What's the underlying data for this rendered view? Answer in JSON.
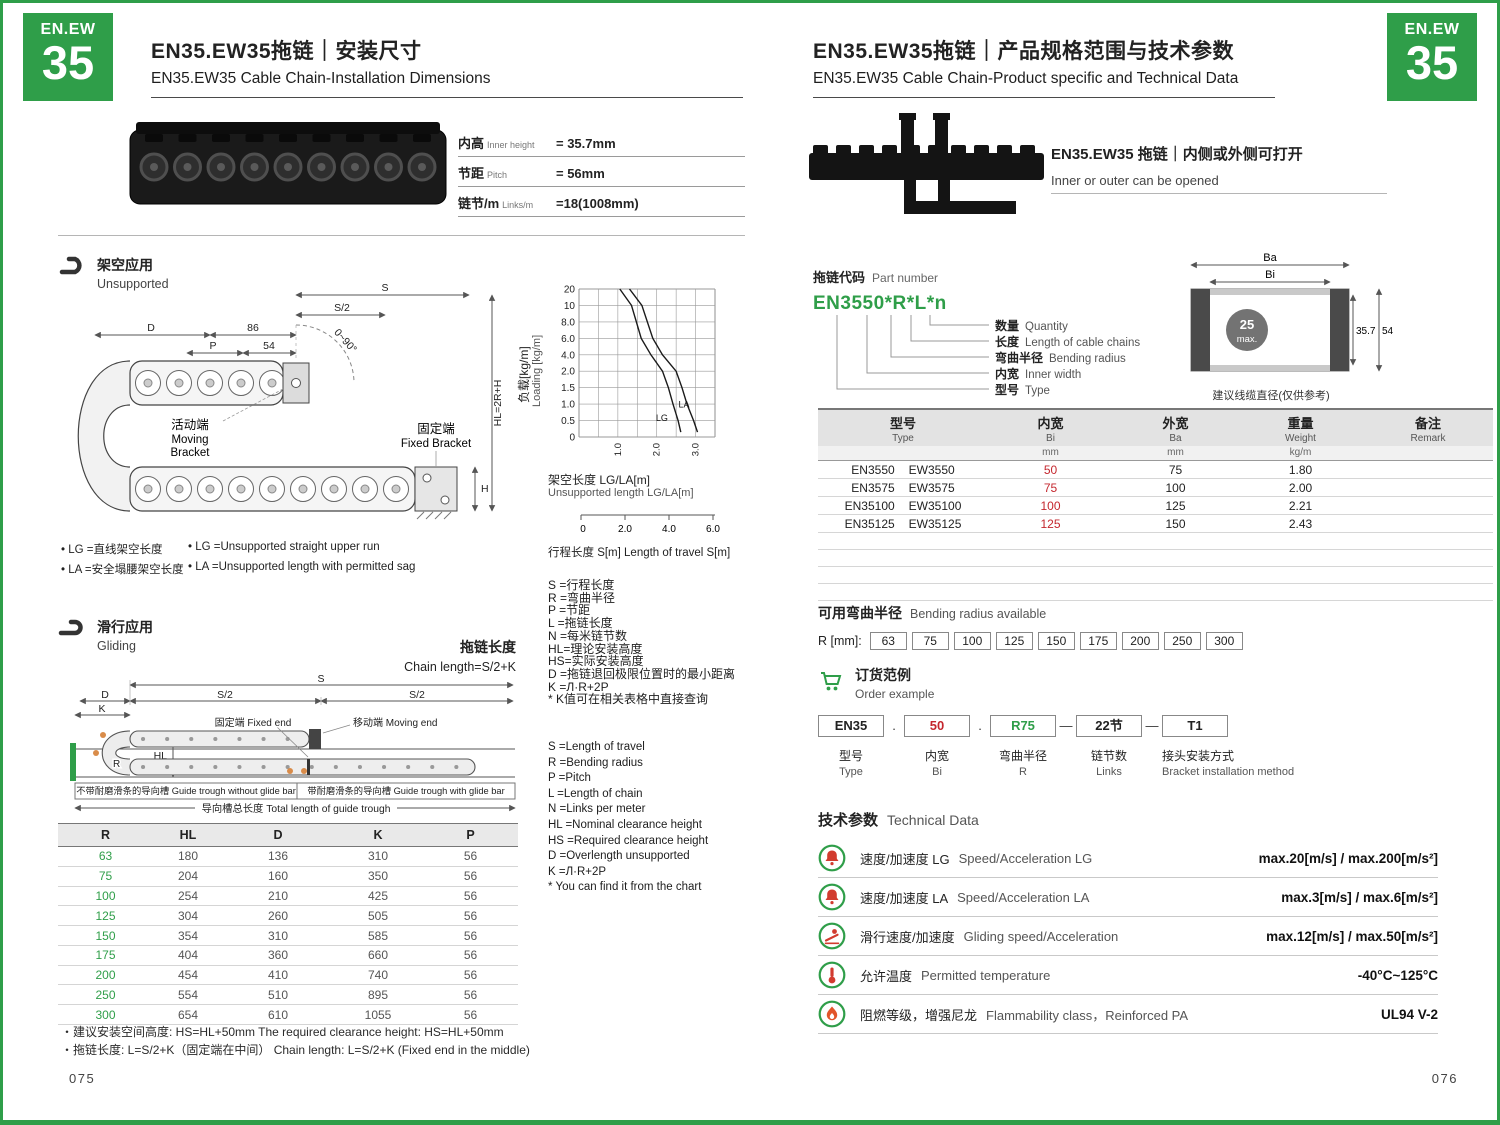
{
  "badge": {
    "series": "EN.EW",
    "size": "35"
  },
  "left": {
    "title_cn": "EN35.EW35拖链｜安装尺寸",
    "title_en": "EN35.EW35 Cable Chain-Installation Dimensions",
    "specs": [
      {
        "cn": "内高",
        "en": "Inner height",
        "value": "= 35.7mm"
      },
      {
        "cn": "节距",
        "en": "Pitch",
        "value": "= 56mm"
      },
      {
        "cn": "链节/m",
        "en": "Links/m",
        "value": "=18(1008mm)"
      }
    ],
    "unsupported": {
      "cn": "架空应用",
      "en": "Unsupported"
    },
    "diagram1": {
      "s": "S",
      "s2": "S/2",
      "d": "D",
      "p": "P",
      "dim86": "86",
      "dim54": "54",
      "arc": "0~90°",
      "moving_cn": "活动端",
      "moving_en1": "Moving",
      "moving_en2": "Bracket",
      "fixed_cn": "固定端",
      "fixed_en": "Fixed Bracket",
      "hl": "HL=2R+H",
      "h": "H"
    },
    "legend": [
      {
        "cn": "• LG =直线架空长度",
        "en": "• LG =Unsupported straight upper run"
      },
      {
        "cn": "• LA =安全塌腰架空长度",
        "en": "• LA =Unsupported length with permitted sag"
      }
    ],
    "gliding": {
      "cn": "滑行应用",
      "en": "Gliding"
    },
    "chain_length": {
      "cn": "拖链长度",
      "en": "Chain length=S/2+K"
    },
    "diagram2": {
      "d": "D",
      "s": "S",
      "s2a": "S/2",
      "s2b": "S/2",
      "k": "K",
      "hl": "HL",
      "r": "R",
      "moving": "移动端 Moving end",
      "fixed": "固定端 Fixed end",
      "trough_left": "不带耐磨滑条的导向槽 Guide trough without glide bar",
      "trough_right": "带耐磨滑条的导向槽 Guide trough with glide bar",
      "trough_total": "导向槽总长度 Total length of guide trough"
    },
    "defs_cn": [
      "S =行程长度",
      "R =弯曲半径",
      "P =节距",
      "L =拖链长度",
      "N =每米链节数",
      "HL=理论安装高度",
      "HS=实际安装高度",
      "D =拖链退回极限位置时的最小距离",
      "K =Л·R+2P",
      "* K值可在相关表格中直接查询"
    ],
    "defs_en": [
      "S =Length of travel",
      "R =Bending radius",
      "P =Pitch",
      "L =Length of chain",
      "N =Links per meter",
      "HL =Nominal clearance height",
      "HS =Required clearance height",
      "D =Overlength unsupported",
      "K =Л·R+2P",
      "* You can find it from the chart"
    ],
    "table": {
      "headers": [
        "R",
        "HL",
        "D",
        "K",
        "P"
      ],
      "rows": [
        [
          "63",
          "180",
          "136",
          "310",
          "56"
        ],
        [
          "75",
          "204",
          "160",
          "350",
          "56"
        ],
        [
          "100",
          "254",
          "210",
          "425",
          "56"
        ],
        [
          "125",
          "304",
          "260",
          "505",
          "56"
        ],
        [
          "150",
          "354",
          "310",
          "585",
          "56"
        ],
        [
          "175",
          "404",
          "360",
          "660",
          "56"
        ],
        [
          "200",
          "454",
          "410",
          "740",
          "56"
        ],
        [
          "250",
          "554",
          "510",
          "895",
          "56"
        ],
        [
          "300",
          "654",
          "610",
          "1055",
          "56"
        ]
      ]
    },
    "notes": [
      "・建议安装空间高度: HS=HL+50mm  The required clearance height: HS=HL+50mm",
      "・拖链长度: L=S/2+K（固定端在中间）  Chain length: L=S/2+K (Fixed end in the middle)"
    ],
    "page": "075"
  },
  "chart_data": {
    "type": "line",
    "title": "负载-架空长度曲线 Loading vs unsupported length",
    "ylabel_cn": "负载[kg/m]",
    "ylabel_en": "Loading [kg/m]",
    "y_ticks": [
      "20",
      "10",
      "8.0",
      "6.0",
      "4.0",
      "2.0",
      "1.5",
      "1.0",
      "0.5",
      "0"
    ],
    "y_tick_values": [
      20,
      10,
      8,
      6,
      4,
      2,
      1.5,
      1,
      0.5,
      0
    ],
    "x_ticks": [
      "1.0",
      "2.0",
      "3.0"
    ],
    "x_tick_values": [
      1,
      2,
      3
    ],
    "x_max": 3.5,
    "grid": true,
    "xlabel1_cn": "架空长度 LG/LA[m]",
    "xlabel1_en": "Unsupported length LG/LA[m]",
    "travel_scale_ticks": [
      "0",
      "2.0",
      "4.0",
      "6.0"
    ],
    "xlabel2": "行程长度 S[m] Length of travel S[m]",
    "series": [
      {
        "name": "LG",
        "label_at": [
          1.98,
          0.48
        ],
        "points": [
          [
            1.05,
            20
          ],
          [
            1.35,
            10
          ],
          [
            1.6,
            6
          ],
          [
            1.85,
            4
          ],
          [
            2.15,
            2
          ],
          [
            2.3,
            1.5
          ],
          [
            2.42,
            1.0
          ],
          [
            2.55,
            0.5
          ],
          [
            2.62,
            0.15
          ]
        ]
      },
      {
        "name": "LA",
        "label_at": [
          2.56,
          0.9
        ],
        "points": [
          [
            1.3,
            20
          ],
          [
            1.62,
            10
          ],
          [
            1.9,
            6
          ],
          [
            2.15,
            4
          ],
          [
            2.5,
            2
          ],
          [
            2.65,
            1.5
          ],
          [
            2.78,
            1.0
          ],
          [
            2.95,
            0.5
          ],
          [
            3.05,
            0.15
          ]
        ]
      }
    ]
  },
  "right": {
    "title_cn": "EN35.EW35拖链｜产品规格范围与技术参数",
    "title_en": "EN35.EW35 Cable Chain-Product specific and Technical Data",
    "open_cn": "EN35.EW35 拖链｜内侧或外侧可打开",
    "open_en": "Inner or outer can be opened",
    "part_label_cn": "拖链代码",
    "part_label_en": "Part number",
    "part_number": "EN3550*R*L*n",
    "callouts": [
      {
        "cn": "数量",
        "en": "Quantity"
      },
      {
        "cn": "长度",
        "en": "Length of cable chains"
      },
      {
        "cn": "弯曲半径",
        "en": "Bending radius"
      },
      {
        "cn": "内宽",
        "en": "Inner width"
      },
      {
        "cn": "型号",
        "en": "Type"
      }
    ],
    "cross_section": {
      "ba": "Ba",
      "bi": "Bi",
      "circle1": "25",
      "circle2": "max.",
      "dim_inner": "35.7",
      "dim_outer": "54",
      "caption": "建议线缆直径(仅供参考)"
    },
    "spec_table": {
      "headers": [
        {
          "cn": "型号",
          "en": "Type"
        },
        {
          "cn": "内宽",
          "en": "Bi"
        },
        {
          "cn": "外宽",
          "en": "Ba"
        },
        {
          "cn": "重量",
          "en": "Weight"
        },
        {
          "cn": "备注",
          "en": "Remark"
        }
      ],
      "units": [
        "",
        "mm",
        "mm",
        "kg/m",
        ""
      ],
      "rows": [
        {
          "type1": "EN3550",
          "type2": "EW3550",
          "bi": "50",
          "ba": "75",
          "weight": "1.80",
          "remark": ""
        },
        {
          "type1": "EN3575",
          "type2": "EW3575",
          "bi": "75",
          "ba": "100",
          "weight": "2.00",
          "remark": ""
        },
        {
          "type1": "EN35100",
          "type2": "EW35100",
          "bi": "100",
          "ba": "125",
          "weight": "2.21",
          "remark": ""
        },
        {
          "type1": "EN35125",
          "type2": "EW35125",
          "bi": "125",
          "ba": "150",
          "weight": "2.43",
          "remark": ""
        }
      ],
      "empty_rows": 4
    },
    "bend_radius": {
      "cn": "可用弯曲半径",
      "en": "Bending radius available",
      "prefix": "R [mm]:",
      "values": [
        "63",
        "75",
        "100",
        "125",
        "150",
        "175",
        "200",
        "250",
        "300"
      ]
    },
    "order": {
      "cn": "订货范例",
      "en": "Order example",
      "boxes": [
        {
          "text": "EN35",
          "color": "dark"
        },
        {
          "text": "50",
          "color": "red"
        },
        {
          "text": "R75",
          "color": "green"
        },
        {
          "text": "22节",
          "color": "dark"
        },
        {
          "text": "T1",
          "color": "dark"
        }
      ],
      "separators": [
        ".",
        ".",
        "—",
        "—"
      ],
      "labels": [
        {
          "cn": "型号",
          "en": "Type"
        },
        {
          "cn": "内宽",
          "en": "Bi"
        },
        {
          "cn": "弯曲半径",
          "en": "R"
        },
        {
          "cn": "链节数",
          "en": "Links"
        },
        {
          "cn": "接头安装方式",
          "en": "Bracket installation method"
        }
      ]
    },
    "tech": {
      "cn": "技术参数",
      "en": "Technical Data",
      "rows": [
        {
          "icon": "bell",
          "cn": "速度/加速度 LG",
          "en": "Speed/Acceleration LG",
          "value": "max.20[m/s] / max.200[m/s²]"
        },
        {
          "icon": "bell",
          "cn": "速度/加速度 LA",
          "en": "Speed/Acceleration LA",
          "value": "max.3[m/s] / max.6[m/s²]"
        },
        {
          "icon": "glide",
          "cn": "滑行速度/加速度",
          "en": "Gliding speed/Acceleration",
          "value": "max.12[m/s] / max.50[m/s²]"
        },
        {
          "icon": "thermo",
          "cn": "允许温度",
          "en": "Permitted temperature",
          "value": "-40°C~125°C"
        },
        {
          "icon": "flame",
          "cn": "阻燃等级，增强尼龙",
          "en": "Flammability class，Reinforced PA",
          "value": "UL94 V-2"
        }
      ]
    },
    "page": "076"
  }
}
